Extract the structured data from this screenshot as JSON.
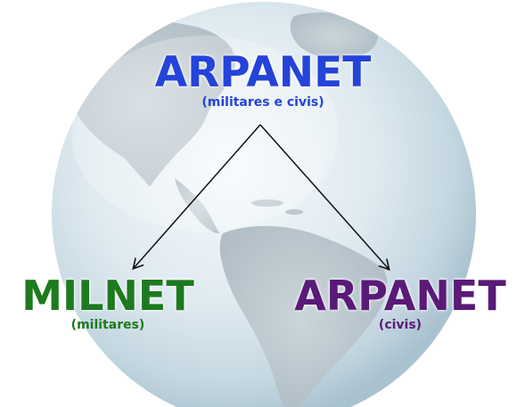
{
  "diagram": {
    "root": {
      "title": "ARPANET",
      "subtitle": "(militares e civis)",
      "color": "#2443d8"
    },
    "children": [
      {
        "title": "MILNET",
        "subtitle": "(militares)",
        "color": "#1e7a1e"
      },
      {
        "title": "ARPANET",
        "subtitle": "(civis)",
        "color": "#5a1a78"
      }
    ],
    "background": "globe-image",
    "arrow_color": "#111111"
  }
}
